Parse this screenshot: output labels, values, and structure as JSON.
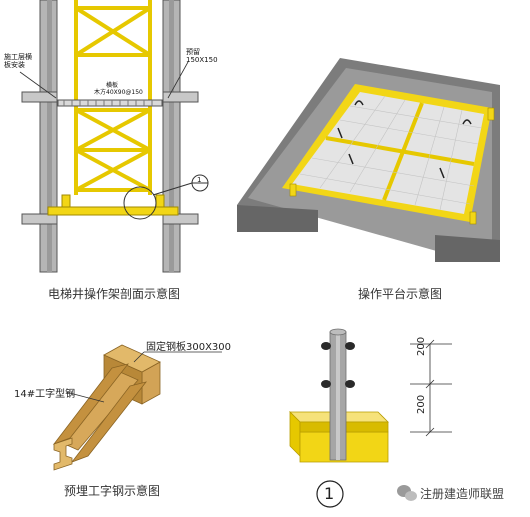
{
  "section_view": {
    "label_left": [
      "施工层横",
      "板安装"
    ],
    "label_right": [
      "预留",
      "150X150"
    ],
    "label_board": [
      "横板",
      "木方40X90@150"
    ],
    "detail_marker": "1",
    "caption": "电梯井操作架剖面示意图"
  },
  "platform_view": {
    "caption": "操作平台示意图"
  },
  "ibeam_view": {
    "plate_label": "固定钢板300X300",
    "beam_label": "14#工字型钢",
    "caption": "预埋工字钢示意图"
  },
  "detail_view": {
    "dim_top": "200",
    "dim_bottom": "200",
    "marker": "1"
  },
  "watermark": {
    "text": "注册建造师联盟"
  },
  "colors": {
    "yellow": "#f2d616",
    "concrete": "#8a8a8a",
    "wood": "#c99a4a"
  }
}
